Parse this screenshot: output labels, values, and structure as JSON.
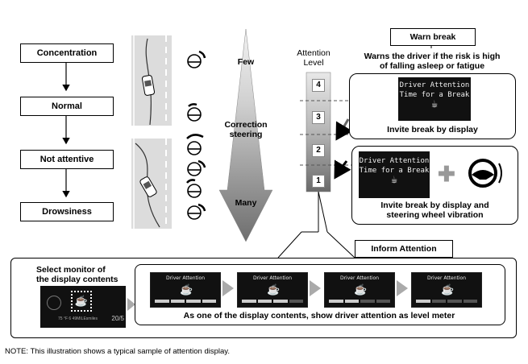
{
  "states": [
    "Concentration",
    "Normal",
    "Not attentive",
    "Drowsiness"
  ],
  "correction": {
    "few": "Few",
    "label": "Correction\nsteering",
    "many": "Many"
  },
  "attention": {
    "label": "Attention\nLevel",
    "levels": [
      "4",
      "3",
      "2",
      "1"
    ]
  },
  "warn_break": {
    "title": "Warn break",
    "description": "Warns the driver if the risk is high\nof falling asleep or fatigue",
    "screen_text": "Driver Attention\nTime for a Break",
    "invite_display": "Invite break by display",
    "invite_vibration": "Invite break by display and\nsteering wheel vibration"
  },
  "inform": {
    "title": "Inform Attention",
    "select_monitor": "Select monitor of\nthe display contents",
    "mini_title": "Driver Attention",
    "caption": "As one of the display contents, show driver attention as level meter",
    "cluster_speed": "75 °F   6 49MILEsmiles",
    "cluster_right": "20/5"
  },
  "note": "NOTE: This illustration shows a typical sample of attention display.",
  "colors": {
    "arrow_gray": "#aaaaaa",
    "screen_bg": "#111111"
  }
}
